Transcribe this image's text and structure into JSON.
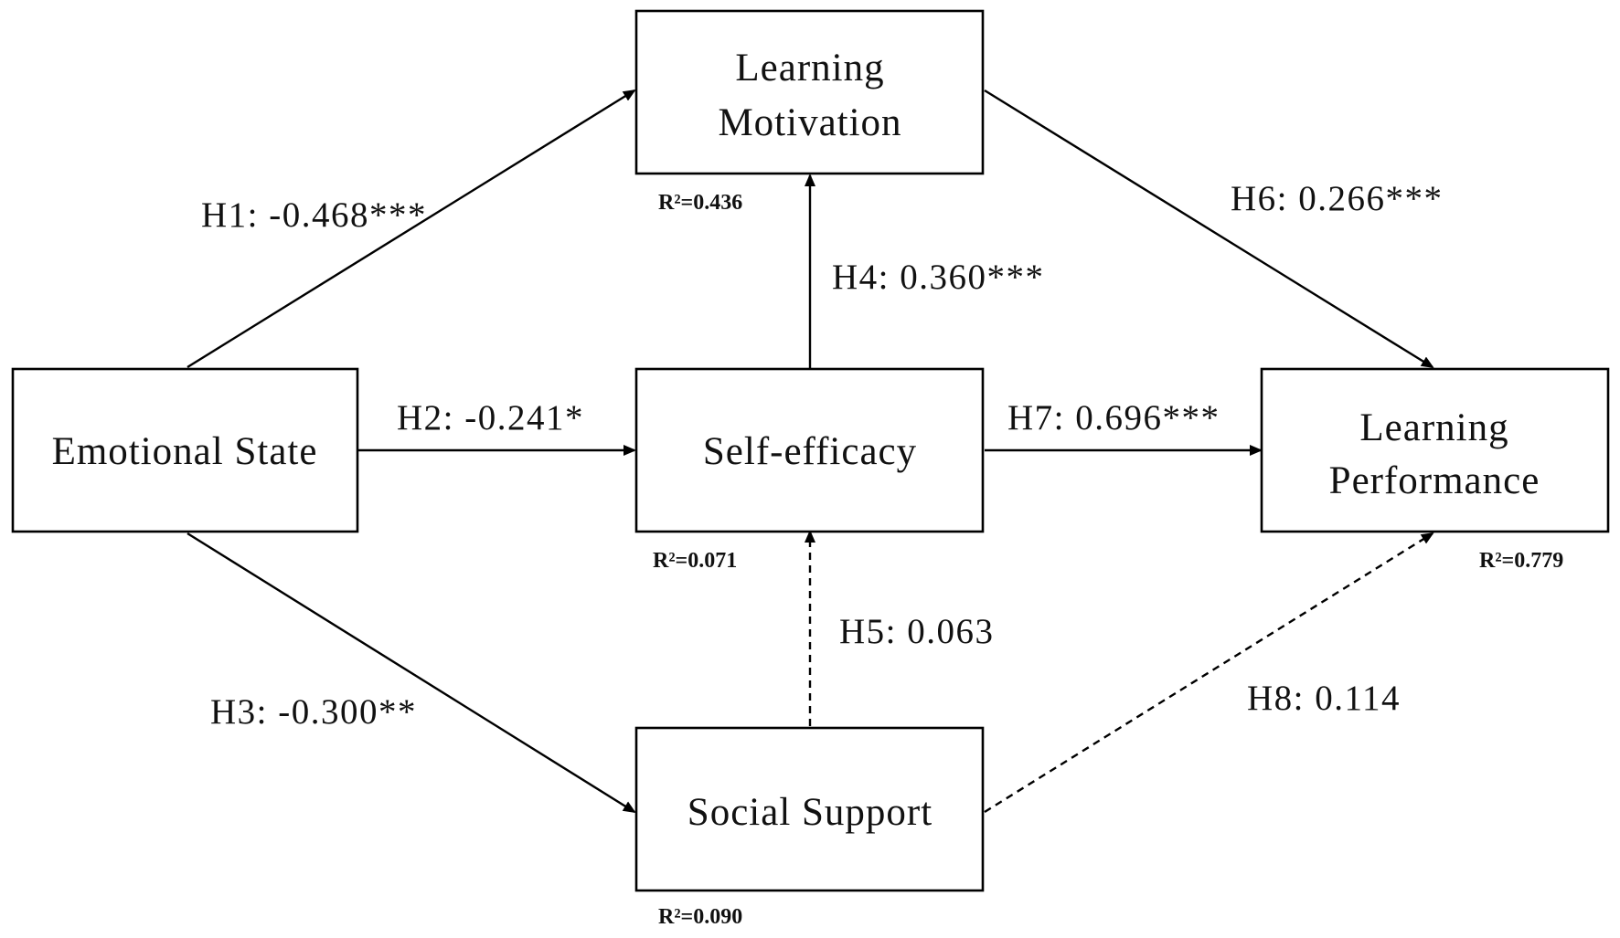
{
  "nodes": {
    "learning_motivation": {
      "lines": [
        "Learning",
        "Motivation"
      ],
      "r2": "R²=0.436"
    },
    "emotional_state": {
      "lines": [
        "Emotional State"
      ]
    },
    "self_efficacy": {
      "lines": [
        "Self-efficacy"
      ],
      "r2": "R²=0.071"
    },
    "learning_performance": {
      "lines": [
        "Learning",
        "Performance"
      ],
      "r2": "R²=0.779"
    },
    "social_support": {
      "lines": [
        "Social Support"
      ],
      "r2": "R²=0.090"
    }
  },
  "edges": {
    "h1": {
      "label": "H1: -0.468***",
      "from": "emotional_state",
      "to": "learning_motivation",
      "style": "solid"
    },
    "h2": {
      "label": "H2: -0.241*",
      "from": "emotional_state",
      "to": "self_efficacy",
      "style": "solid"
    },
    "h3": {
      "label": "H3: -0.300**",
      "from": "emotional_state",
      "to": "social_support",
      "style": "solid"
    },
    "h4": {
      "label": "H4: 0.360***",
      "from": "self_efficacy",
      "to": "learning_motivation",
      "style": "solid"
    },
    "h5": {
      "label": "H5: 0.063",
      "from": "social_support",
      "to": "self_efficacy",
      "style": "dashed"
    },
    "h6": {
      "label": "H6: 0.266***",
      "from": "learning_motivation",
      "to": "learning_performance",
      "style": "solid"
    },
    "h7": {
      "label": "H7: 0.696***",
      "from": "self_efficacy",
      "to": "learning_performance",
      "style": "solid"
    },
    "h8": {
      "label": "H8: 0.114",
      "from": "social_support",
      "to": "learning_performance",
      "style": "dashed"
    }
  }
}
